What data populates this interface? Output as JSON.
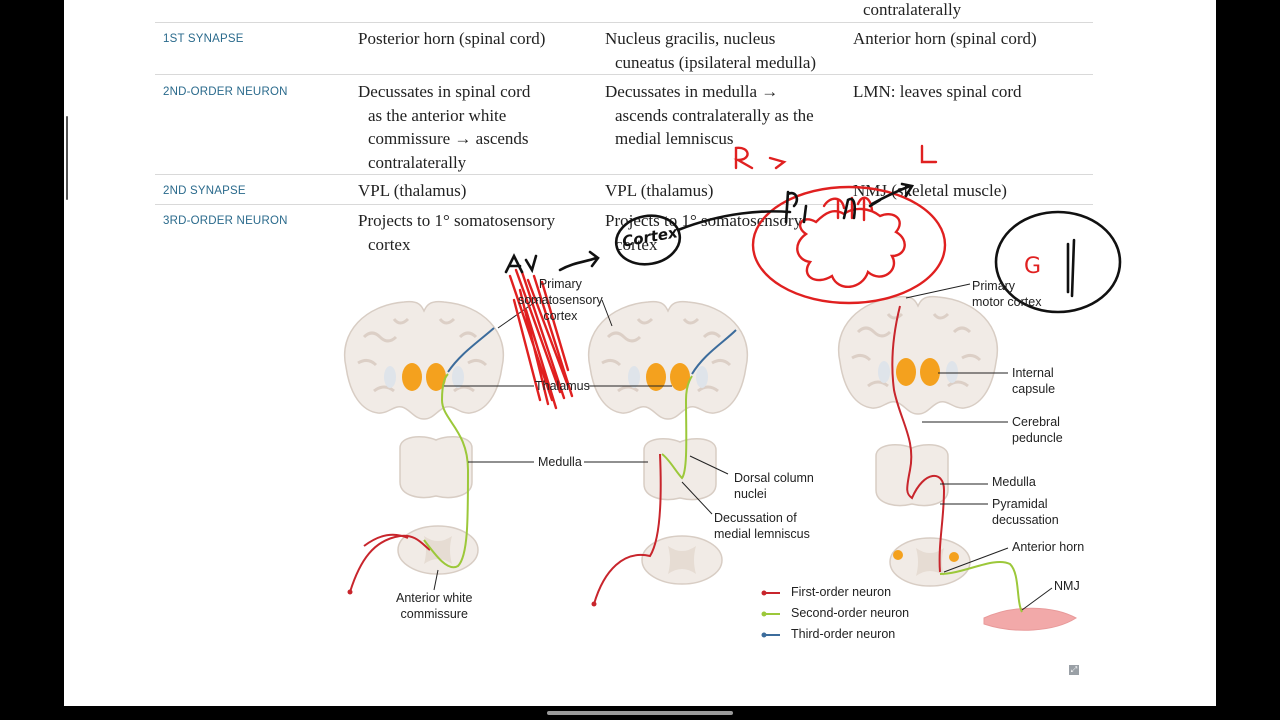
{
  "table": {
    "rows": [
      {
        "label": "",
        "c1": [],
        "c2": [],
        "c3": [
          "contralaterally"
        ]
      },
      {
        "label": "1ST SYNAPSE",
        "c1": [
          "Posterior horn (spinal cord)"
        ],
        "c2": [
          "Nucleus gracilis, nucleus",
          "cuneatus (ipsilateral medulla)"
        ],
        "c3": [
          "Anterior horn (spinal cord)"
        ]
      },
      {
        "label": "2ND-ORDER NEURON",
        "c1": [
          "Decussates in spinal cord",
          "as the anterior white",
          "commissure → ascends",
          "contralaterally"
        ],
        "c2": [
          "Decussates in medulla →",
          "ascends contralaterally as the",
          "medial lemniscus"
        ],
        "c3": [
          "LMN: leaves spinal cord"
        ]
      },
      {
        "label": "2ND SYNAPSE",
        "c1": [
          "VPL (thalamus)"
        ],
        "c2": [
          "VPL (thalamus)"
        ],
        "c3": [
          "NMJ (skeletal muscle)"
        ]
      },
      {
        "label": "3RD-ORDER NEURON",
        "c1": [
          "Projects to 1° somatosensory",
          "cortex"
        ],
        "c2": [
          "Projects to 1° somatosensory",
          "cortex"
        ],
        "c3": []
      }
    ]
  },
  "figure": {
    "primary_somatosensory": [
      "Primary",
      "somatosensory",
      "cortex"
    ],
    "thalamus": "Thalamus",
    "medulla_left": "Medulla",
    "anterior_white": [
      "Anterior white",
      "commissure"
    ],
    "dorsal_column": [
      "Dorsal column",
      "nuclei"
    ],
    "decussation_ml": [
      "Decussation of",
      "medial lemniscus"
    ],
    "primary_motor": [
      "Primary",
      "motor cortex"
    ],
    "internal_capsule": [
      "Internal",
      "capsule"
    ],
    "cerebral_peduncle": [
      "Cerebral",
      "peduncle"
    ],
    "medulla_right": "Medulla",
    "pyramidal": [
      "Pyramidal",
      "decussation"
    ],
    "anterior_horn": "Anterior horn",
    "nmj": "NMJ"
  },
  "legend": [
    {
      "label": "First-order neuron",
      "color": "#c8252c"
    },
    {
      "label": "Second-order neuron",
      "color": "#9cc83a"
    },
    {
      "label": "Third-order neuron",
      "color": "#3c6c9c"
    }
  ],
  "annotations": {
    "r_arrow": "R →",
    "l_mark": "L",
    "av": "Av",
    "cortex": "Cortex",
    "g_mark": "G"
  },
  "colors": {
    "label_blue": "#2a6a8c",
    "red_ink": "#e02020",
    "brain_tissue": "#f1ebe6"
  }
}
